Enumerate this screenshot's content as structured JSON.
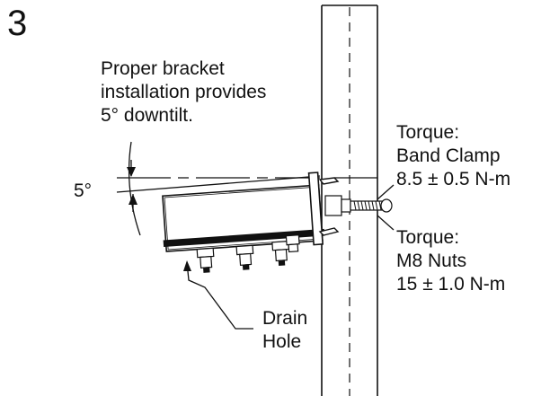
{
  "step_number": "3",
  "note": "Proper bracket\ninstallation provides\n5° downtilt.",
  "angle_label": "5°",
  "drain_label": "Drain\nHole",
  "torque_band": "Torque:\nBand Clamp\n8.5 ± 0.5 N-m",
  "torque_nuts": "Torque:\nM8 Nuts\n15 ± 1.0 N-m",
  "colors": {
    "line": "#111111",
    "background": "#ffffff"
  }
}
